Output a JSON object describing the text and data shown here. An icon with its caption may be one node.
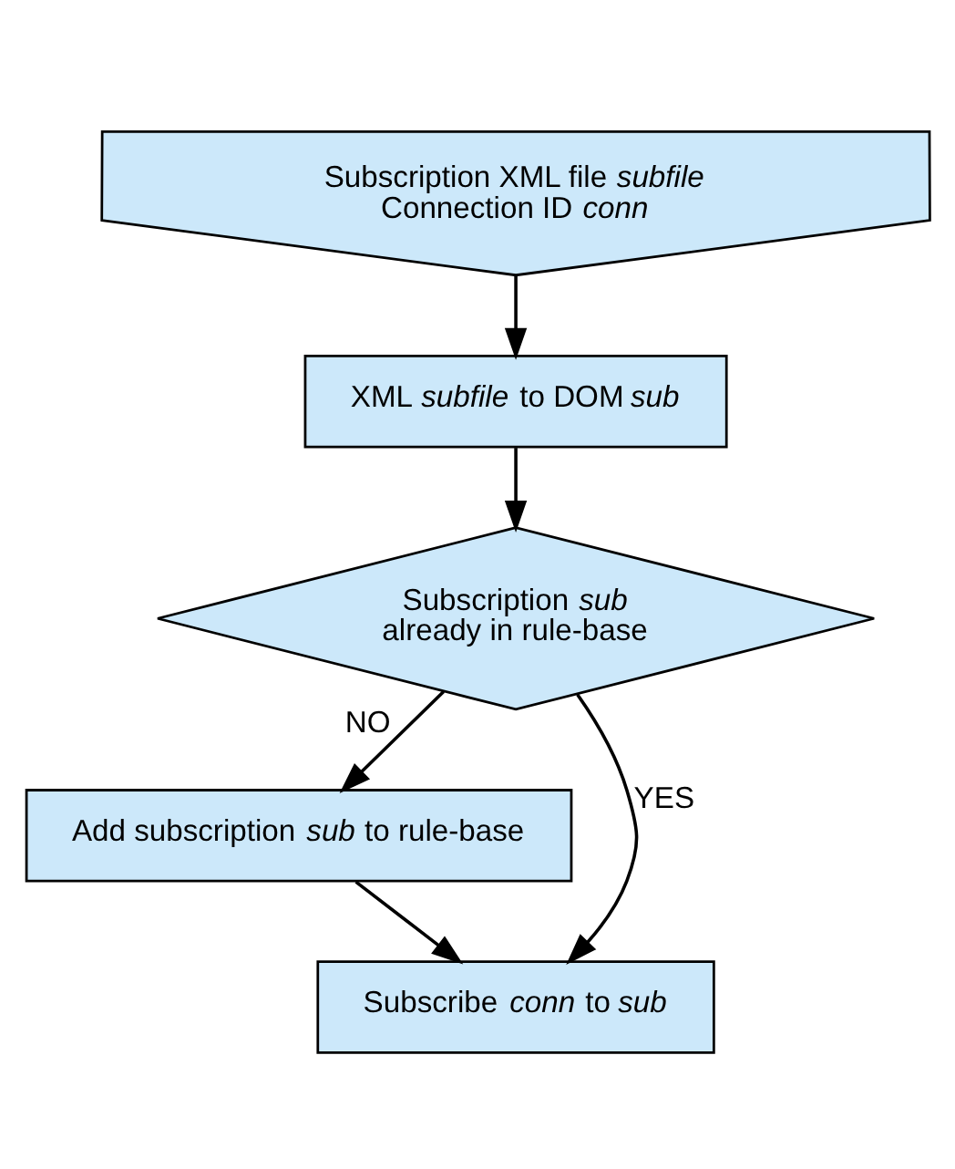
{
  "diagram": {
    "nodes": [
      {
        "text": [
          "Subscription XML file *subfile*",
          "Connection ID *conn*"
        ]
      },
      {
        "text": [
          "XML *subfile* to DOM *sub*"
        ]
      },
      {
        "text": [
          "Subscription *sub* already in rule-base"
        ]
      },
      {
        "text": [
          "Add subscription *sub* to rule-base"
        ]
      },
      {
        "text": [
          "Subscribe *conn* to *sub*"
        ]
      }
    ],
    "edges": [
      {
        "from": 0,
        "to": 1,
        "arrow": "to"
      },
      {
        "from": 1,
        "to": 2,
        "arrow": "to"
      },
      {
        "from": 2,
        "to": 4,
        "arrow": "to",
        "label": "YES"
      },
      {
        "from": 2,
        "to": 3,
        "arrow": "to",
        "label": "NO"
      },
      {
        "from": 3,
        "to": 4,
        "arrow": "to"
      }
    ]
  }
}
